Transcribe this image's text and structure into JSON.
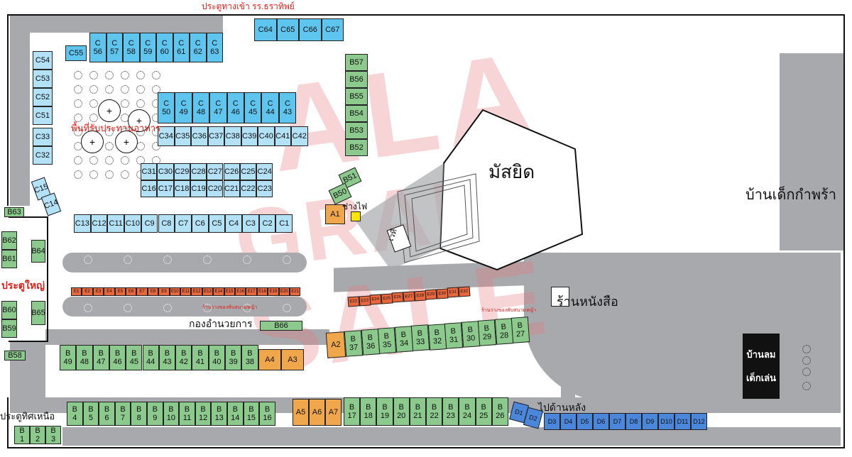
{
  "labels": {
    "top_entrance": "ประตูทางเข้า รร.ธราทิพย์",
    "food_area": "พื้นที่รับประทานอาหาร",
    "main_gate": "ประตูใหญ่",
    "north_gate": "ประตูทิศเหนือ",
    "committee": "กองอำนวยการ",
    "mosque": "มัสยิด",
    "orphanage": "บ้านเด็กกำพร้า",
    "bookstore": "ร้านหนังสือ",
    "to_back": "ไปด้านหลัง",
    "playground_line1": "บ้านลม",
    "playground_line2": "เด็กเล่น",
    "electrician": "ช่างไฟ",
    "stage": "เวที",
    "lawn_shop_1": "ร้านวางของพับสนามหญ้า",
    "lawn_shop_2": "ร้านวางของพับสนามหญ้า"
  },
  "watermark": {
    "line1": "ALA",
    "line2": "GRAND",
    "line3": "SALE"
  },
  "stalls": {
    "c_top_row": [
      "C\n56",
      "C\n57",
      "C\n58",
      "C\n59",
      "C\n60",
      "C\n61",
      "C\n62",
      "C\n63"
    ],
    "c55": "C55",
    "c64_67": [
      "C64",
      "C65",
      "C66",
      "C67"
    ],
    "c_left_col": [
      "C54",
      "C53",
      "C52",
      "C51"
    ],
    "c33_32": [
      "C33",
      "C32"
    ],
    "c15_14": [
      "C15",
      "C14"
    ],
    "c_mid_row": [
      "C\n50",
      "C\n49",
      "C\n48",
      "C\n47",
      "C\n46",
      "C\n45",
      "C\n44",
      "C\n43"
    ],
    "c34_42": [
      "C34",
      "C35",
      "C36",
      "C37",
      "C38",
      "C39",
      "C40",
      "C41",
      "C42"
    ],
    "c31_24": [
      "C31",
      "C30",
      "C29",
      "C28",
      "C27",
      "C26",
      "C25",
      "C24"
    ],
    "c16_23": [
      "C16",
      "C17",
      "C18",
      "C19",
      "C20",
      "C21",
      "C22",
      "C23"
    ],
    "c13_1": [
      "C13",
      "C12",
      "C11",
      "C10",
      "C9",
      "C8",
      "C7",
      "C6",
      "C5",
      "C4",
      "C3",
      "C2",
      "C1"
    ],
    "b57_52": [
      "B57",
      "B56",
      "B55",
      "B54",
      "B53",
      "B52"
    ],
    "b51": "B51",
    "b50": "B50",
    "a1": "A1",
    "b63": "B63",
    "b62_61": [
      "B62",
      "B61"
    ],
    "b64": "B64",
    "b60_59": [
      "B60",
      "B59"
    ],
    "b65": "B65",
    "b58": "B58",
    "b66": "B66",
    "e1_21": [
      "E1",
      "E2",
      "E3",
      "E4",
      "E5",
      "E6",
      "E7",
      "E8",
      "E9",
      "E10",
      "E11",
      "E12",
      "E13",
      "E14",
      "E15",
      "E16",
      "E17",
      "E18",
      "E19",
      "E20",
      "E21"
    ],
    "e22_32": [
      "E22",
      "E23",
      "E24",
      "E25",
      "E26",
      "E27",
      "E28",
      "E29",
      "E30",
      "E31",
      "E32"
    ],
    "b49_38": [
      "B\n49",
      "B\n48",
      "B\n47",
      "B\n46",
      "B\n45",
      "B\n44",
      "B\n43",
      "B\n42",
      "B\n41",
      "B\n40",
      "B\n39",
      "B\n38"
    ],
    "a4_a3": [
      "A4",
      "A3"
    ],
    "a2": "A2",
    "b37_27": [
      "B\n37",
      "B\n36",
      "B\n35",
      "B\n34",
      "B\n33",
      "B\n32",
      "B\n31",
      "B\n30",
      "B\n29",
      "B\n28",
      "B\n27"
    ],
    "b4_16": [
      "B\n4",
      "B\n5",
      "B\n6",
      "B\n7",
      "B\n8",
      "B\n9",
      "B\n10",
      "B\n11",
      "B\n12",
      "B\n13",
      "B\n14",
      "B\n15",
      "B\n16"
    ],
    "a5_7": [
      "A5",
      "A6",
      "A7"
    ],
    "b17_26": [
      "B\n17",
      "B\n18",
      "B\n19",
      "B\n20",
      "B\n21",
      "B\n22",
      "B\n23",
      "B\n24",
      "B\n25",
      "B\n26"
    ],
    "b1_3": [
      "B\n1",
      "B\n2",
      "B\n3"
    ],
    "d1_2": [
      "D1",
      "D2"
    ],
    "d3_12": [
      "D3",
      "D4",
      "D5",
      "D6",
      "D7",
      "D8",
      "D9",
      "D10",
      "D11",
      "D12"
    ]
  },
  "colors": {
    "blue": "#5ec5ef",
    "light_blue": "#b3e1f6",
    "green": "#8cc98c",
    "orange": "#f0a74b",
    "red": "#e8673c",
    "dark_blue": "#4a86d9",
    "road": "#a7a9ac"
  }
}
